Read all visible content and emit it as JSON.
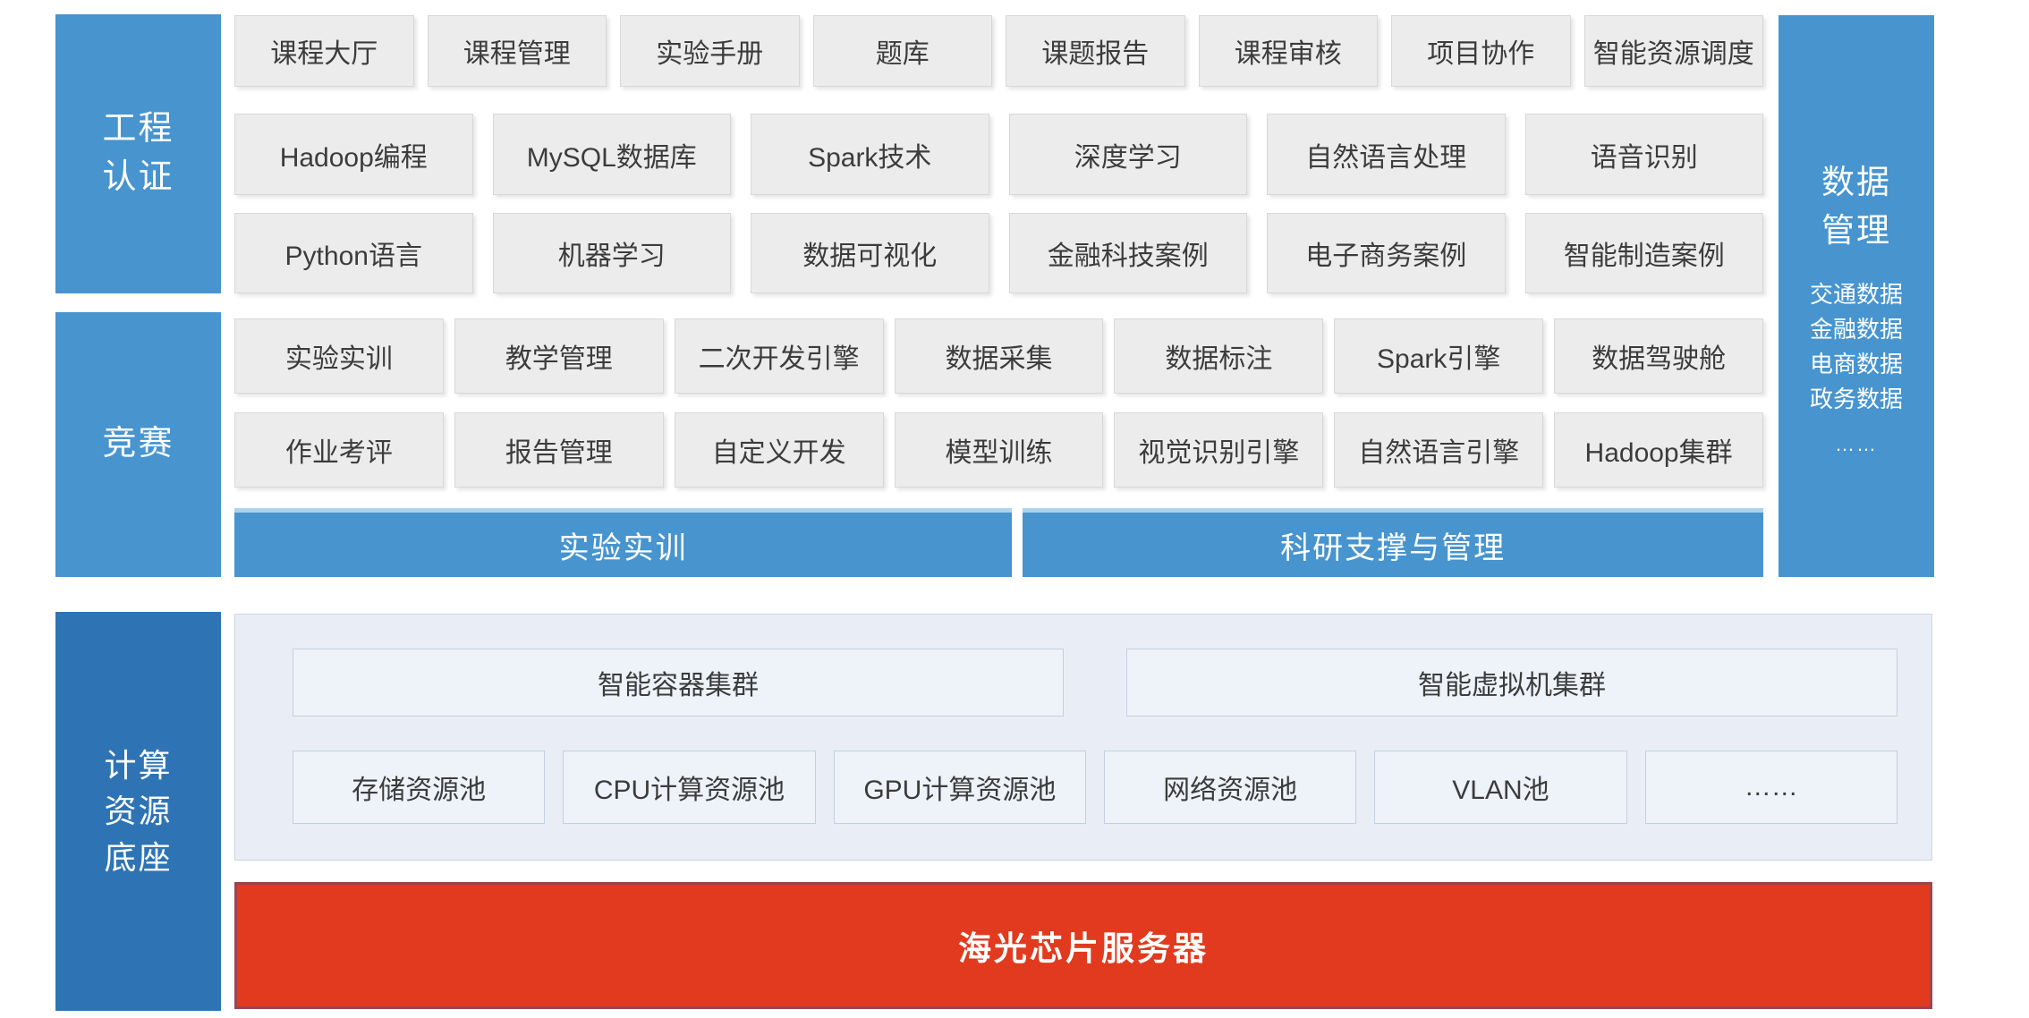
{
  "diagram": {
    "colors": {
      "rail_blue": "#4794cf",
      "deep_blue": "#2e74b5",
      "bar_highlight": "#abd3ec",
      "feature_box_bg": "#ececec",
      "compute_container_bg": "#e9eef6",
      "server_red": "#e23a1e",
      "server_border": "#9c4550"
    },
    "left_rails": [
      {
        "lines": [
          "工程",
          "认证"
        ]
      },
      {
        "lines": [
          "竞赛"
        ]
      },
      {
        "lines": [
          "计算",
          "资源",
          "底座"
        ]
      }
    ],
    "right_rail": {
      "title_lines": [
        "数据",
        "管理"
      ],
      "items": [
        "交通数据",
        "金融数据",
        "电商数据",
        "政务数据"
      ],
      "more": "……"
    },
    "feature_rows": [
      {
        "items": [
          "课程大厅",
          "课程管理",
          "实验手册",
          "题库",
          "课题报告",
          "课程审核",
          "项目协作",
          "智能资源调度"
        ]
      },
      {
        "items": [
          "Hadoop编程",
          "MySQL数据库",
          "Spark技术",
          "深度学习",
          "自然语言处理",
          "语音识别"
        ]
      },
      {
        "items": [
          "Python语言",
          "机器学习",
          "数据可视化",
          "金融科技案例",
          "电子商务案例",
          "智能制造案例"
        ]
      },
      {
        "items": [
          "实验实训",
          "教学管理",
          "二次开发引擎",
          "数据采集",
          "数据标注",
          "Spark引擎",
          "数据驾驶舱"
        ]
      },
      {
        "items": [
          "作业考评",
          "报告管理",
          "自定义开发",
          "模型训练",
          "视觉识别引擎",
          "自然语言引擎",
          "Hadoop集群"
        ]
      }
    ],
    "platform_bars": [
      {
        "label": "实验实训"
      },
      {
        "label": "科研支撑与管理"
      }
    ],
    "compute": {
      "clusters": [
        "智能容器集群",
        "智能虚拟机集群"
      ],
      "pools": [
        "存储资源池",
        "CPU计算资源池",
        "GPU计算资源池",
        "网络资源池",
        "VLAN池",
        "……"
      ],
      "server": "海光芯片服务器"
    }
  }
}
